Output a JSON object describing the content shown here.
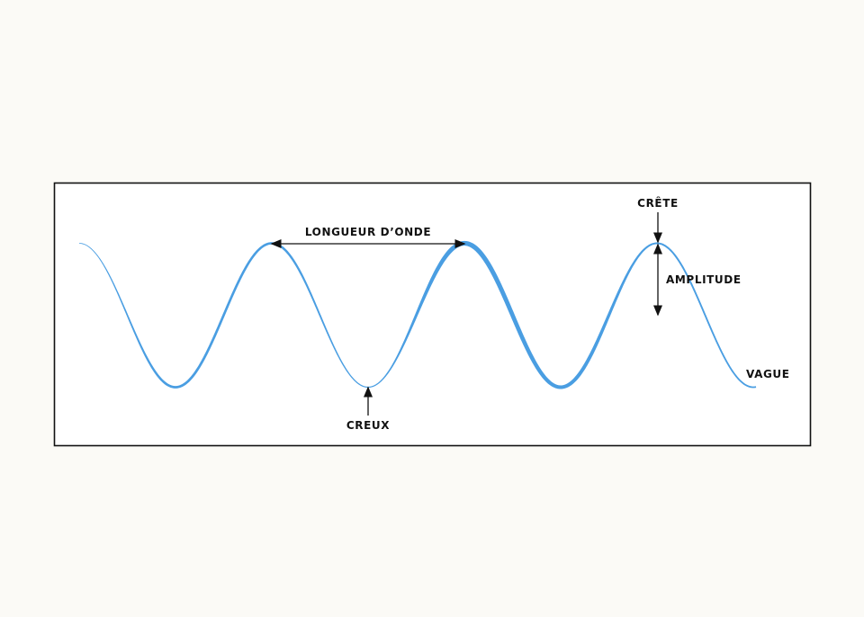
{
  "labels": {
    "wavelength": "LONGUEUR D’ONDE",
    "crest": "CRÊTE",
    "amplitude": "AMPLITUDE",
    "trough": "CREUX",
    "wave": "VAGUE"
  },
  "colors": {
    "wave": "#4a9ee2",
    "ink": "#111111",
    "background": "#fbfaf6",
    "frame_fill": "#ffffff"
  }
}
